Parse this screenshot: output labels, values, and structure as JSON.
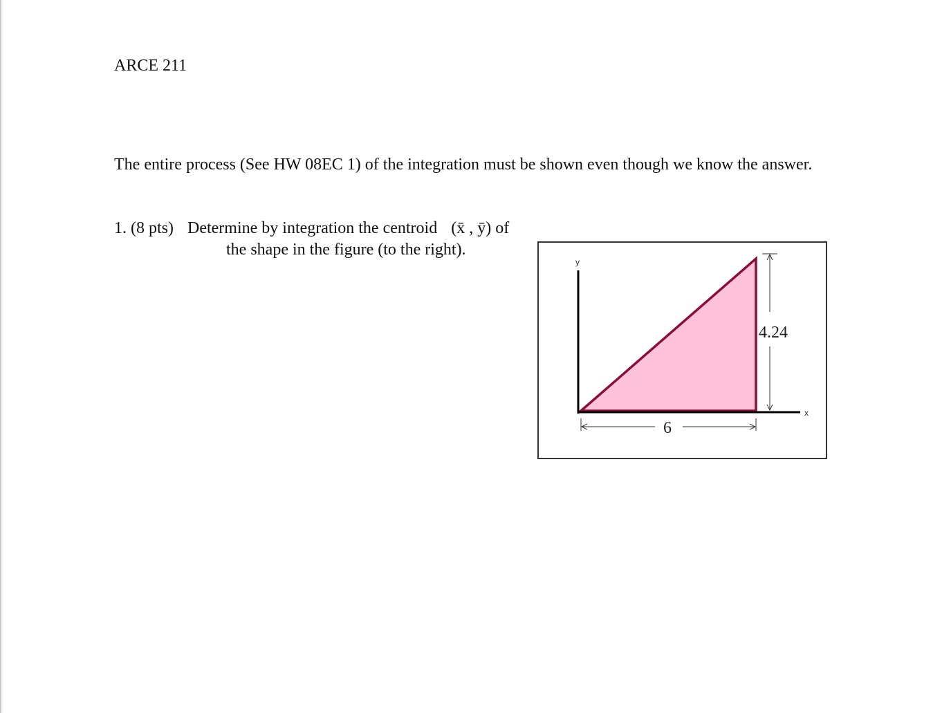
{
  "header": {
    "course": "ARCE 211"
  },
  "instruction": "The entire process (See HW 08EC 1) of the integration must be shown even though we know the answer.",
  "problem": {
    "number": "1. (8 pts)",
    "line1": "Determine by integration the centroid",
    "centroid": "(x̄ , ȳ)",
    "of": "of",
    "line2": "the shape in the figure (to the right)."
  },
  "figure": {
    "y_axis_label": "y",
    "x_axis_label": "x",
    "width_label": "6",
    "height_label": "4.24",
    "fill_color": "#ffc2d9",
    "edge_color": "#8b0d3a"
  }
}
